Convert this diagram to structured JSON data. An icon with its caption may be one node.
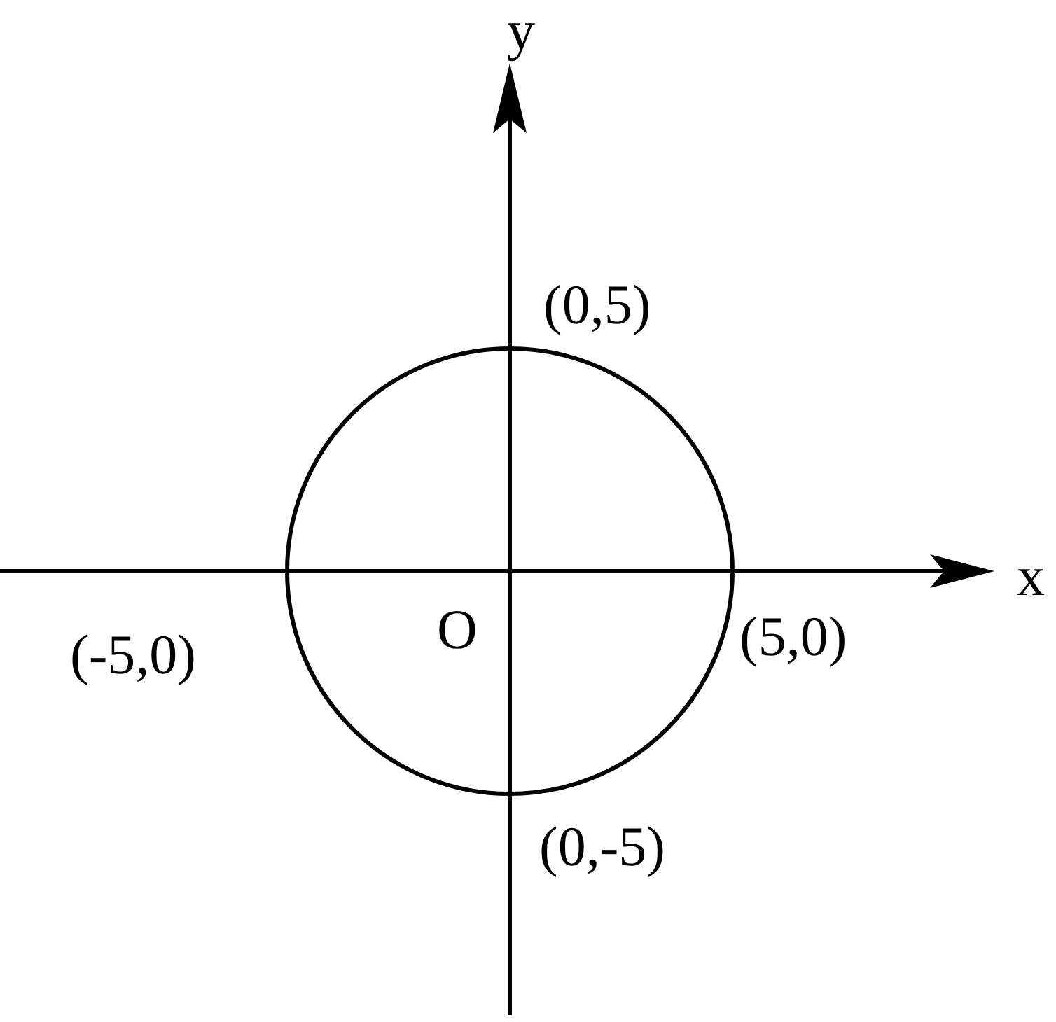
{
  "diagram": {
    "labels": [
      "y",
      "(0,5)",
      "x",
      "O",
      "(-5,0)",
      "(5,0)",
      "(0,-5)"
    ]
  }
}
